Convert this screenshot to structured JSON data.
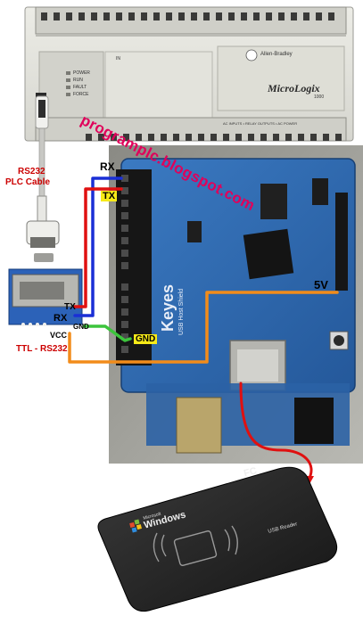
{
  "plc": {
    "brand": "Allen-Bradley",
    "model": "MicroLogix",
    "model_sub": "1000",
    "in_label": "IN",
    "status_leds": [
      "POWER",
      "RUN",
      "FAULT",
      "FORCE"
    ],
    "bottom_label": "AC INPUTS • RELAY OUTPUTS • AC POWER"
  },
  "watermark": "programplc.blogspot.com",
  "labels": {
    "rs232_line1": "RS232",
    "rs232_line2": "PLC Cable",
    "rx_top": "RX",
    "tx_top": "TX",
    "tx_mid": "TX",
    "rx_mid": "RX",
    "gnd_small": "GND",
    "vcc": "VCC",
    "gnd_wire": "GND",
    "v5": "5V",
    "ttl": "TTL - RS232"
  },
  "board": {
    "name": "Keyes",
    "sub": "USB Host Shield"
  },
  "reader": {
    "ms": "Microsoft",
    "windows": "Windows",
    "fc": "FC",
    "usb": "USB Reader"
  },
  "colors": {
    "wire_rx": "#1a2fd6",
    "wire_tx": "#e01010",
    "wire_gnd": "#3cc43c",
    "wire_5v": "#f28c1a",
    "label_red": "#cc0000",
    "watermark": "#e0005a",
    "board_blue": "#2f6db3"
  }
}
